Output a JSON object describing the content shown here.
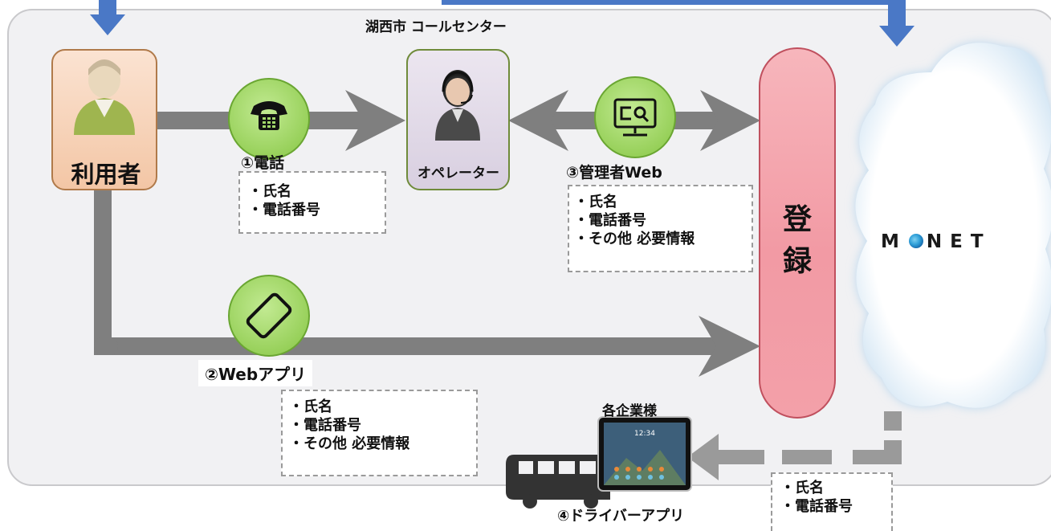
{
  "title": "湖西市 コールセンター",
  "nodes": {
    "user": "利用者",
    "operator": "オペレーター",
    "register": "登録",
    "monet": "MONET",
    "company": "各企業様"
  },
  "channels": {
    "phone": "①電話",
    "webapp": "②Webアプリ",
    "admin": "③管理者Web",
    "driver": "④ドライバーアプリ"
  },
  "fields": {
    "phone": [
      "・氏名",
      "・電話番号"
    ],
    "admin": [
      "・氏名",
      "・電話番号",
      "・その他 必要情報"
    ],
    "webapp": [
      "・氏名",
      "・電話番号",
      "・その他 必要情報"
    ],
    "driver": [
      "・氏名",
      "・電話番号"
    ]
  },
  "tablet_time": "12:34",
  "colors": {
    "frame_bg": "#f1f1f3",
    "arrow_gray": "#7f7f7f",
    "blue_arrow": "#4a78c6",
    "icon_green": "#a2d86a",
    "user_box": "#f8d8c0",
    "operator_box": "#e4dde9",
    "register_fill": "#f4a0a8"
  },
  "icons": [
    "phone-icon",
    "smartphone-icon",
    "monitor-search-icon",
    "user-icon",
    "operator-headset-icon",
    "bus-icon",
    "tablet-icon",
    "cloud-icon"
  ]
}
